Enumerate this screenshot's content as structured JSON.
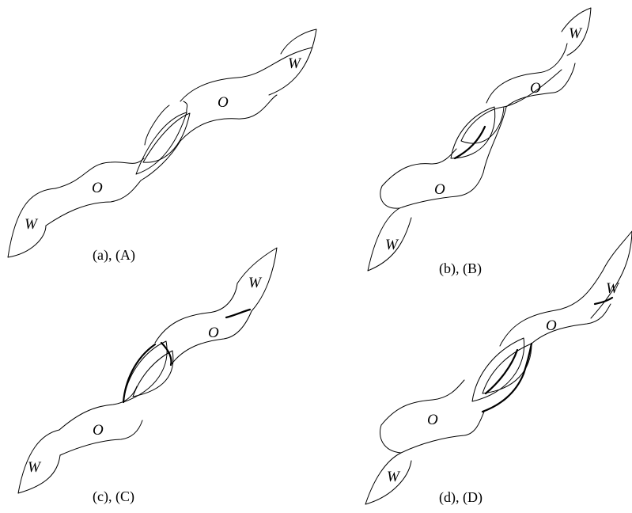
{
  "panels": [
    {
      "id": "a",
      "caption": "(a), (A)",
      "labels": {
        "w_upper": "W",
        "o_upper": "O",
        "o_lower": "O",
        "w_lower": "W"
      }
    },
    {
      "id": "b",
      "caption": "(b), (B)",
      "labels": {
        "w_upper": "W",
        "o_upper": "O",
        "o_lower": "O",
        "w_lower": "W"
      }
    },
    {
      "id": "c",
      "caption": "(c), (C)",
      "labels": {
        "w_upper": "W",
        "o_upper": "O",
        "o_lower": "O",
        "w_lower": "W"
      }
    },
    {
      "id": "d",
      "caption": "(d), (D)",
      "labels": {
        "w_upper": "W",
        "o_upper": "O",
        "o_lower": "O",
        "w_lower": "W"
      }
    }
  ]
}
